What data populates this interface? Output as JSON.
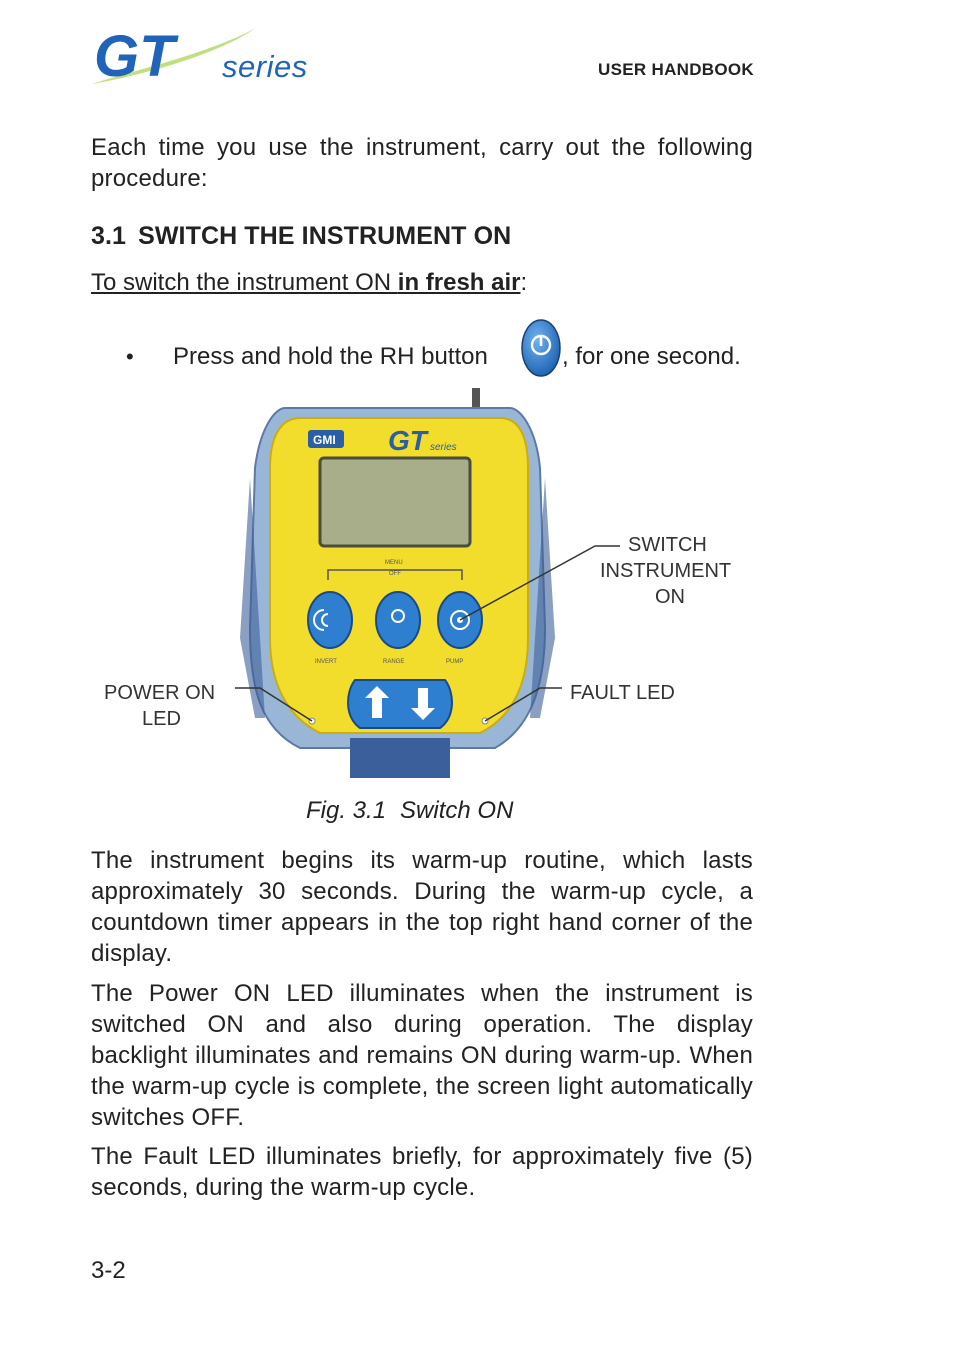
{
  "header": {
    "logo_text": "GT",
    "logo_series": "series",
    "title": "USER HANDBOOK"
  },
  "intro": " Each time you use the instrument, carry out the following procedure:",
  "section": {
    "number": "3.1",
    "title": "SWITCH THE INSTRUMENT ON"
  },
  "instruction": {
    "prefix": "To switch the instrument ON ",
    "emphasis": "in fresh air",
    "suffix": ":"
  },
  "bullet": {
    "marker": "•",
    "text_before": "Press and hold the RH button ",
    "icon": "power-button-icon",
    "text_after": ", for one second."
  },
  "figure": {
    "device_brand": "GMI",
    "device_model": "GT",
    "device_series": "series",
    "menu_label": "MENU",
    "off_label": "OFF",
    "button_labels": [
      "INVERT",
      "RANGE",
      "PUMP"
    ],
    "callout_switch": [
      "SWITCH",
      "INSTRUMENT",
      "ON"
    ],
    "callout_power": [
      "POWER ON",
      "LED"
    ],
    "callout_fault": "FAULT LED",
    "caption_number": "Fig. 3.1",
    "caption_text": "Switch ON"
  },
  "body": [
    "The instrument begins its warm-up routine, which lasts approximately 30 seconds. During the warm-up cycle, a countdown timer appears in the top right hand corner of the display.",
    "The Power ON LED illuminates when the instrument is switched ON and also during operation. The display backlight illuminates and remains ON during warm-up. When the warm-up cycle is complete, the screen light automatically switches OFF.",
    "The Fault LED illuminates briefly, for approximately five (5) seconds, during the warm-up cycle."
  ],
  "footer": {
    "page": "3-2"
  },
  "colors": {
    "logo_blue": "#1f64b8",
    "logo_swoosh": "#9cc63a",
    "device_yellow": "#f2dc2c",
    "device_blue": "#2a5fa8",
    "button_blue": "#2f7fd0"
  }
}
